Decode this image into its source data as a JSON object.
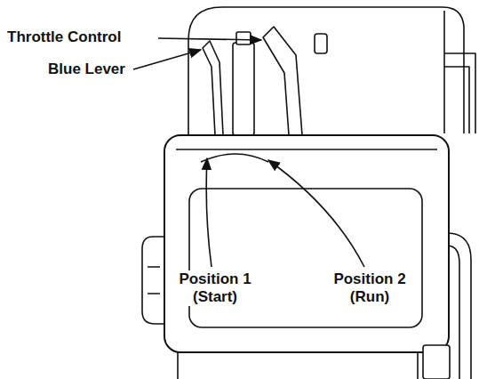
{
  "diagram": {
    "labels": [
      "Throttle Control",
      "Blue Lever",
      "Position 1 (Start)",
      "Position 2 (Run)"
    ]
  }
}
